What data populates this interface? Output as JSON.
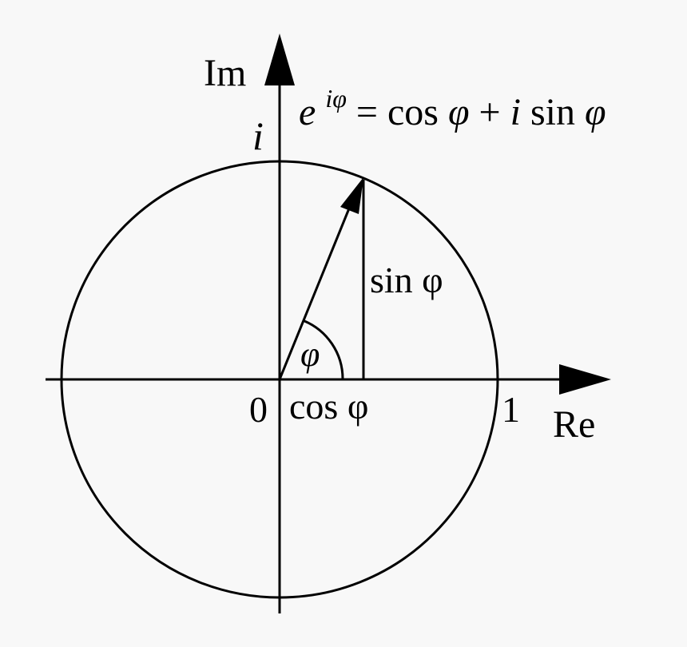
{
  "colors": {
    "background": "#f8f8f8",
    "ink": "#000000"
  },
  "labels": {
    "axis_imaginary": "Im",
    "axis_real": "Re",
    "origin": "0",
    "one": "1",
    "i": "i",
    "sin": "sin φ",
    "cos": "cos φ",
    "angle": "φ"
  },
  "formula": {
    "base": "e",
    "exponent": "iφ",
    "equals": "= cos ",
    "phi1": "φ",
    "plus": " + ",
    "i": "i",
    "sin": " sin ",
    "phi2": "φ"
  }
}
